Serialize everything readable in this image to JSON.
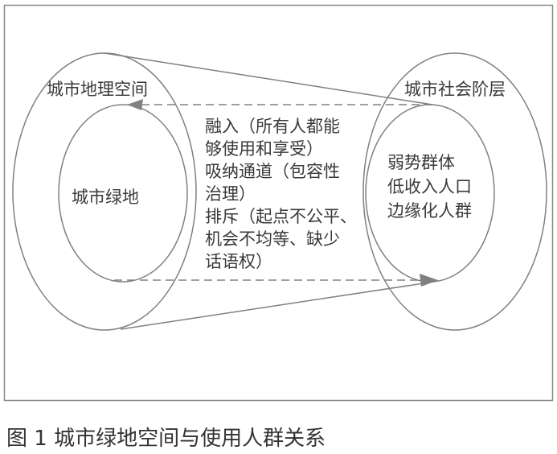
{
  "diagram": {
    "left_outer_label": "城市地理空间",
    "left_inner_label": "城市绿地",
    "right_outer_label": "城市社会阶层",
    "middle_lines": [
      "融入（所有人都能",
      "够使用和享受）",
      "吸纳通道（包容性",
      "治理）",
      "排斥（起点不公平、",
      "机会不均等、缺少",
      "话语权）"
    ],
    "right_inner_lines": [
      "弱势群体",
      "低收入人口",
      "边缘化人群"
    ]
  },
  "caption": "图 1  城市绿地空间与使用人群关系",
  "colors": {
    "line": "#808080",
    "text": "#333333"
  }
}
